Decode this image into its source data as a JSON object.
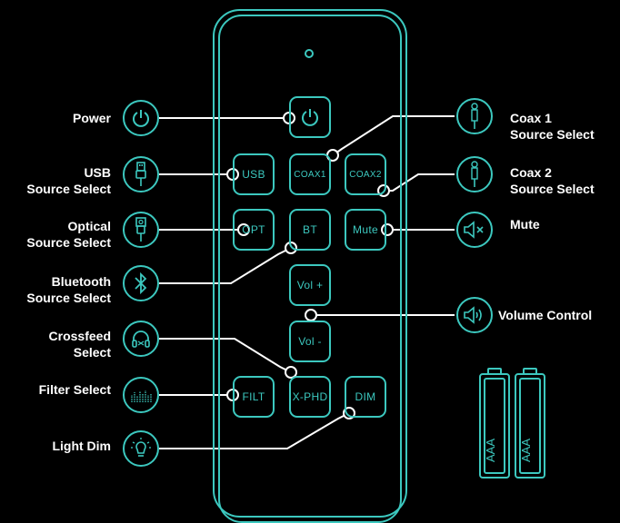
{
  "buttons": {
    "power": "",
    "usb": "USB",
    "coax1": "COAX1",
    "coax2": "COAX2",
    "opt": "OPT",
    "bt": "BT",
    "mute": "Mute",
    "vol_up": "Vol +",
    "vol_down": "Vol -",
    "filt": "FILT",
    "xphd": "X-PHD",
    "dim": "DIM"
  },
  "labels": {
    "power": "Power",
    "usb_1": "USB",
    "usb_2": "Source Select",
    "optical_1": "Optical",
    "optical_2": "Source Select",
    "bluetooth_1": "Bluetooth",
    "bluetooth_2": "Source Select",
    "crossfeed_1": "Crossfeed",
    "crossfeed_2": "Select",
    "filter": "Filter Select",
    "light_dim": "Light Dim",
    "coax1_1": "Coax 1",
    "coax1_2": "Source Select",
    "coax2_1": "Coax 2",
    "coax2_2": "Source Select",
    "mute": "Mute",
    "volume": "Volume Control"
  },
  "batteries": [
    "AAA",
    "AAA"
  ],
  "colors": {
    "accent": "#3cc8bf",
    "text": "#ffffff",
    "background": "#000000"
  },
  "icons": [
    "power-icon",
    "usb-icon",
    "optical-icon",
    "bluetooth-icon",
    "headphones-icon",
    "equalizer-icon",
    "lightbulb-icon",
    "jack-icon",
    "mute-speaker-icon",
    "volume-speaker-icon"
  ]
}
